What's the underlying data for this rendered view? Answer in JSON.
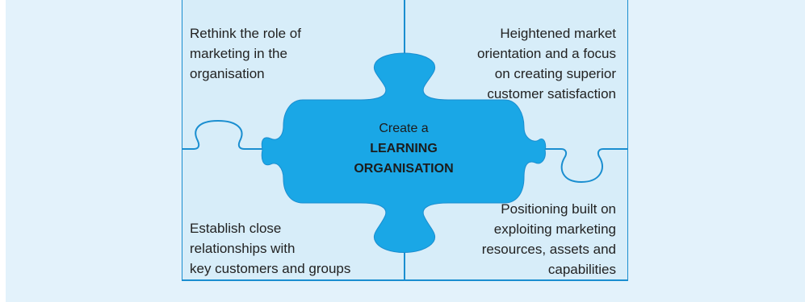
{
  "diagram": {
    "colors": {
      "panel_background": "#e3f2fb",
      "piece_fill": "#d7edf9",
      "piece_border": "#1a8ed0",
      "center_piece": "#1aa7e6",
      "text": "#222222"
    },
    "quadrants": {
      "top_left": [
        "Rethink the role of",
        "marketing in the",
        "organisation"
      ],
      "top_right": [
        "Heightened market",
        "orientation and a focus",
        "on creating superior",
        "customer satisfaction"
      ],
      "bottom_left": [
        "Establish close",
        "relationships with",
        "key customers and groups"
      ],
      "bottom_right": [
        "Positioning built on",
        "exploiting marketing",
        "resources, assets and",
        "capabilities"
      ]
    },
    "center": {
      "line1": "Create a",
      "line2": "LEARNING",
      "line3": "ORGANISATION"
    }
  }
}
